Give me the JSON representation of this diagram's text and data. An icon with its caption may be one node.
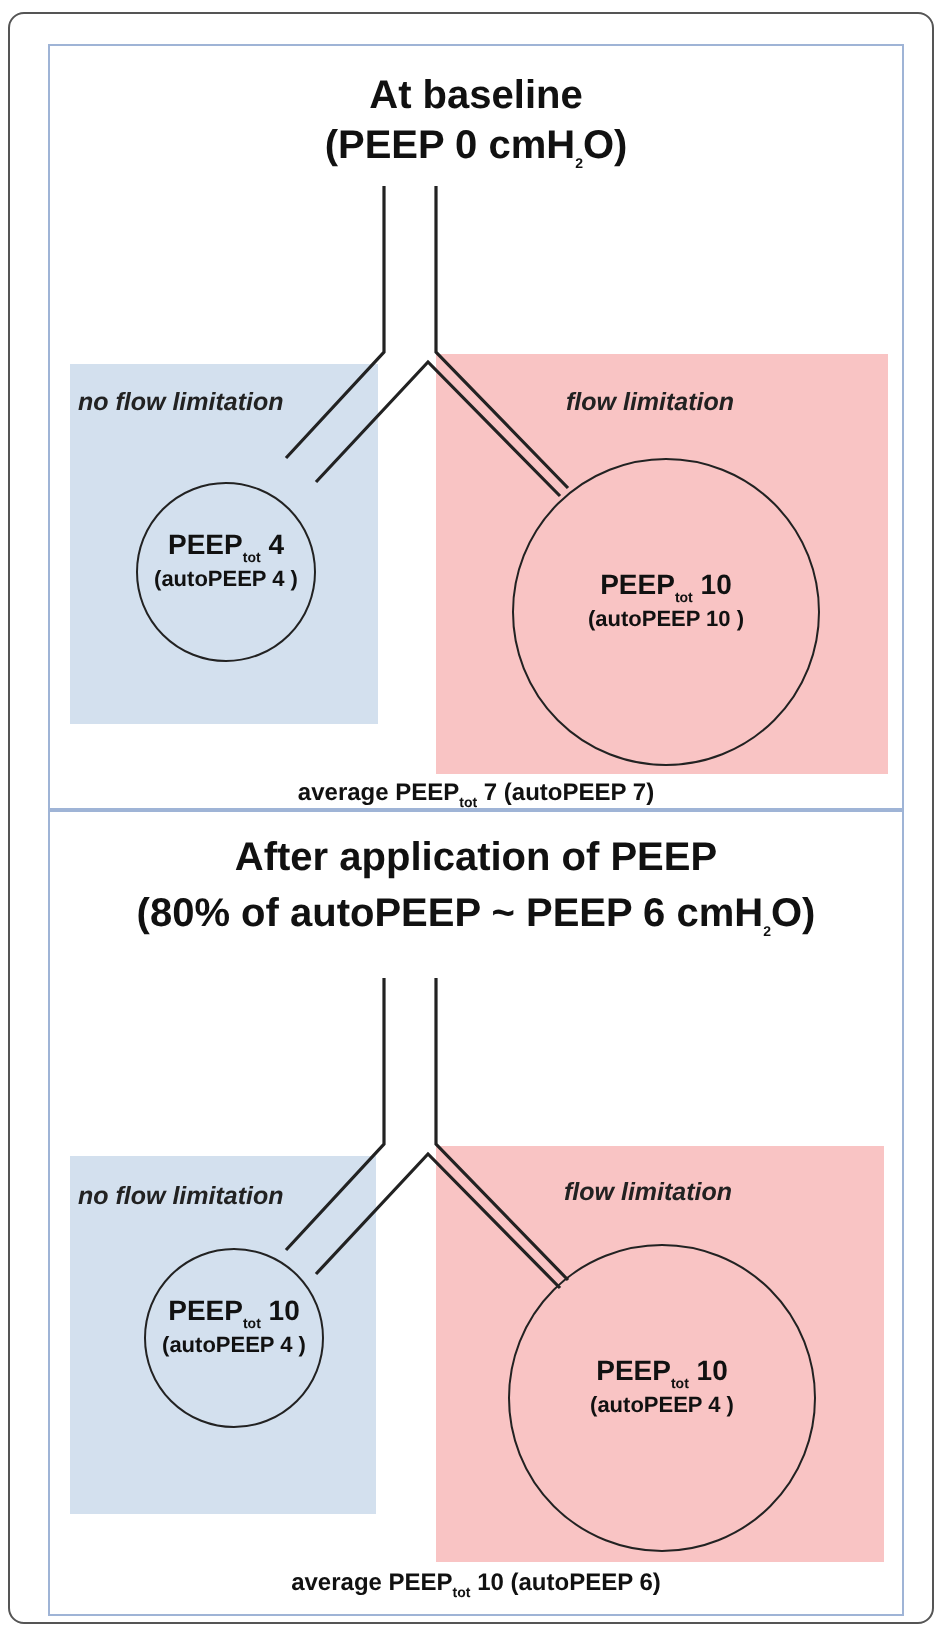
{
  "diagram": {
    "nodes": [
      {
        "text": [
          "At baseline",
          "(PEEP 0 cmH$_{2}$O)",
          "average PEEP$_{tot}$ 7 (autoPEEP 7)"
        ]
      },
      {
        "text": [
          "no flow limitation"
        ],
        "in": 0
      },
      {
        "text": [
          "PEEP$_{tot}$ 4",
          "(autoPEEP 4 )"
        ],
        "in": 1
      },
      {
        "text": [
          "flow limitation"
        ],
        "in": 0
      },
      {
        "text": [
          "PEEP$_{tot}$ 10",
          "(autoPEEP 10 )"
        ],
        "in": 3
      },
      {
        "text": [
          "After application of PEEP",
          "(80% of autoPEEP ~ PEEP 6 cmH$_{2}$O)",
          "average PEEP$_{tot}$ 10 (autoPEEP 6)"
        ]
      },
      {
        "text": [
          "no flow limitation"
        ],
        "in": 5
      },
      {
        "text": [
          "PEEP$_{tot}$ 10",
          "(autoPEEP 4 )"
        ],
        "in": 6
      },
      {
        "text": [
          "flow limitation"
        ],
        "in": 5
      },
      {
        "text": [
          "PEEP$_{tot}$ 10",
          "(autoPEEP 4 )"
        ],
        "in": 8
      }
    ],
    "edges": []
  }
}
